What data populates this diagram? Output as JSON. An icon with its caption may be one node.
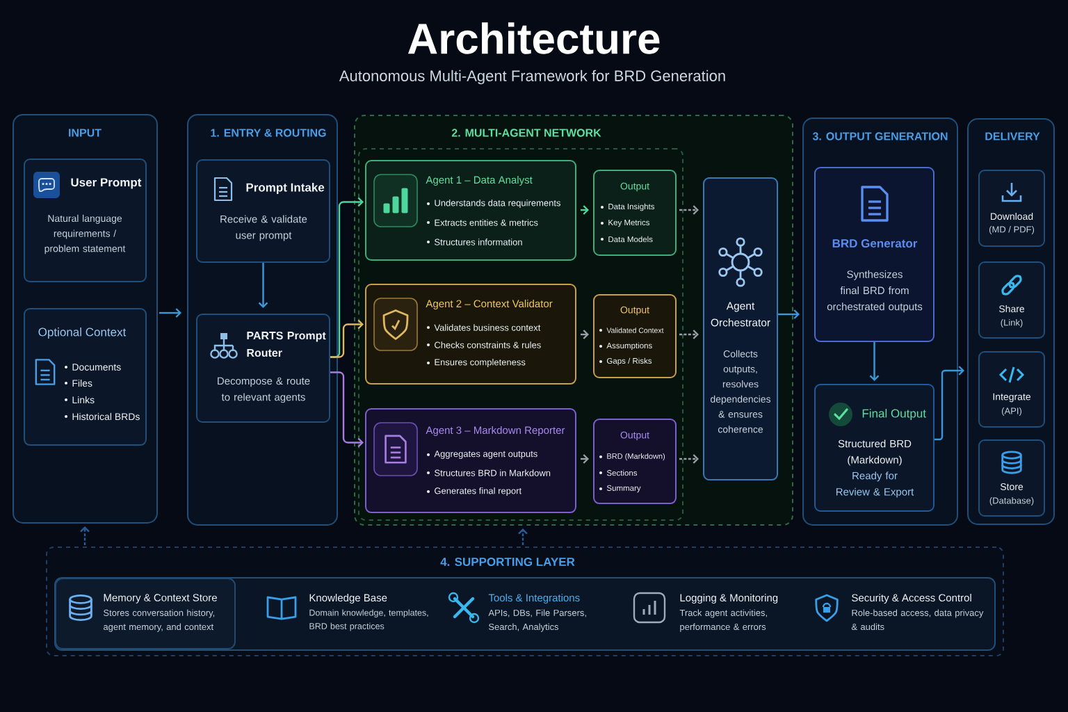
{
  "diagram": {
    "title": "Architecture",
    "labels": [
      "Autonomous Multi-Agent Framework for BRD Generation"
    ],
    "nodes": [
      {
        "text": [
          "INPUT"
        ]
      },
      {
        "text": [
          "User Prompt",
          "Natural language requirements / problem statement"
        ],
        "in": 0
      },
      {
        "text": [
          "Optional Context",
          "Documents",
          "Files",
          "Links",
          "Historical BRDs"
        ],
        "in": 0
      },
      {
        "text": [
          "1. ENTRY & ROUTING"
        ]
      },
      {
        "text": [
          "Prompt Intake",
          "Receive & validate user prompt"
        ],
        "in": 3
      },
      {
        "text": [
          "PARTS Prompt Router",
          "Decompose & route to relevant agents"
        ],
        "in": 3
      },
      {
        "text": [
          "2. MULTI-AGENT NETWORK"
        ]
      },
      {
        "text": [],
        "shape": "box",
        "in": 6
      },
      {
        "text": [
          "Agent 1 – Data Analyst",
          "Understands data requirements",
          "Extracts entities & metrics",
          "Structures information"
        ],
        "in": 7
      },
      {
        "text": [
          "Output",
          "Data Insights",
          "Key Metrics",
          "Data Models"
        ],
        "in": 7
      },
      {
        "text": [
          "Agent 2 – Context Validator",
          "Validates business context",
          "Checks constraints & rules",
          "Ensures completeness"
        ],
        "in": 7
      },
      {
        "text": [
          "Output",
          "Validated Context",
          "Assumptions",
          "Gaps / Risks"
        ],
        "in": 7
      },
      {
        "text": [
          "Agent 3 – Markdown Reporter",
          "Aggregates agent outputs",
          "Structures BRD in Markdown",
          "Generates final report"
        ],
        "in": 7
      },
      {
        "text": [
          "Output",
          "BRD (Markdown)",
          "Sections",
          "Summary"
        ],
        "in": 7
      },
      {
        "text": [
          "Agent Orchestrator",
          "Collects outputs, resolves dependencies & ensures coherence"
        ],
        "in": 6
      },
      {
        "text": [
          "3. OUTPUT GENERATION"
        ]
      },
      {
        "text": [
          "BRD Generator",
          "Synthesizes final BRD from orchestrated outputs"
        ],
        "in": 15
      },
      {
        "text": [
          "Final Output",
          "Structured BRD (Markdown)",
          "Ready for Review & Export"
        ],
        "in": 15
      },
      {
        "text": [
          "DELIVERY"
        ]
      },
      {
        "text": [
          "Download",
          "(MD / PDF)"
        ],
        "in": 18
      },
      {
        "text": [
          "Share",
          "(Link)"
        ],
        "in": 18
      },
      {
        "text": [
          "Integrate",
          "(API)"
        ],
        "in": 18
      },
      {
        "text": [
          "Store",
          "(Database)"
        ],
        "in": 18
      },
      {
        "text": [
          "4. SUPPORTING LAYER"
        ]
      },
      {
        "text": [],
        "shape": "box",
        "in": 23
      },
      {
        "text": [
          "Memory & Context Store",
          "Stores conversation history, agent memory, and context"
        ],
        "in": 24
      },
      {
        "text": [
          "Knowledge Base",
          "Domain knowledge, templates, BRD best practices"
        ],
        "in": 24
      },
      {
        "text": [
          "Tools & Integrations",
          "APIs, DBs, File Parsers, Search, Analytics"
        ],
        "in": 24
      },
      {
        "text": [
          "Logging & Monitoring",
          "Track agent activities, performance & errors"
        ],
        "in": 24
      },
      {
        "text": [
          "Security & Access Control",
          "Role-based access, data privacy & audits"
        ],
        "in": 24
      }
    ],
    "edges": [
      {
        "from": 0,
        "to": 3,
        "arrow": "to"
      },
      {
        "from": 4,
        "to": 5,
        "arrow": "to"
      },
      {
        "from": 5,
        "to": 8,
        "arrow": "to",
        "color": "#4fd69c"
      },
      {
        "from": 5,
        "to": 10,
        "arrow": "to",
        "color": "#e0b860"
      },
      {
        "from": 5,
        "to": 12,
        "arrow": "to",
        "color": "#a77ee0"
      },
      {
        "from": 8,
        "to": 9,
        "arrow": "to",
        "color": "#4fd69c"
      },
      {
        "from": 10,
        "to": 11,
        "arrow": "to",
        "color": "#9aa0a8"
      },
      {
        "from": 12,
        "to": 13,
        "arrow": "to",
        "color": "#9aa0a8"
      },
      {
        "from": 9,
        "to": 14,
        "arrow": "to",
        "style": "dashed",
        "color": "#9aa0a8"
      },
      {
        "from": 11,
        "to": 14,
        "arrow": "to",
        "style": "dashed",
        "color": "#9aa0a8"
      },
      {
        "from": 13,
        "to": 14,
        "arrow": "to",
        "style": "dashed",
        "color": "#9aa0a8"
      },
      {
        "from": 14,
        "to": 15,
        "arrow": "to"
      },
      {
        "from": 16,
        "to": 17,
        "arrow": "to"
      },
      {
        "from": 17,
        "to": 18,
        "arrow": "to"
      },
      {
        "from": 23,
        "to": 0,
        "arrow": "to",
        "style": "dashed",
        "color": "#2a5c9a"
      },
      {
        "from": 23,
        "to": 6,
        "arrow": "to",
        "style": "dashed",
        "color": "#2a5c9a"
      }
    ]
  }
}
